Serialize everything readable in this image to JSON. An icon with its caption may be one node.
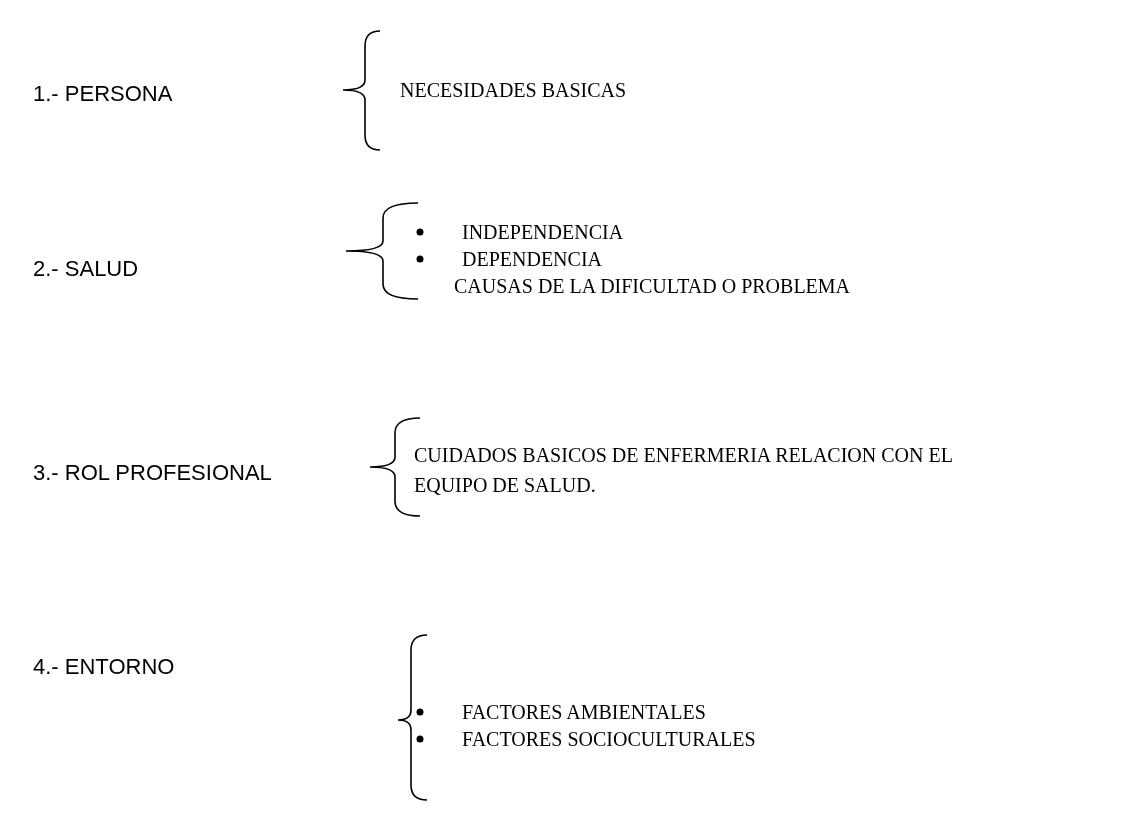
{
  "diagram": {
    "labels": [
      "1.- PERSONA",
      "NECESIDADES BASICAS",
      "2.- SALUD",
      "INDEPENDENCIA",
      "DEPENDENCIA",
      "CAUSAS DE LA DIFICULTAD O PROBLEMA",
      "3.- ROL PROFESIONAL",
      "CUIDADOS BASICOS DE ENFERMERIA RELACION CON EL EQUIPO DE SALUD.",
      "4.- ENTORNO",
      "FACTORES AMBIENTALES",
      "FACTORES SOCIOCULTURALES"
    ]
  }
}
